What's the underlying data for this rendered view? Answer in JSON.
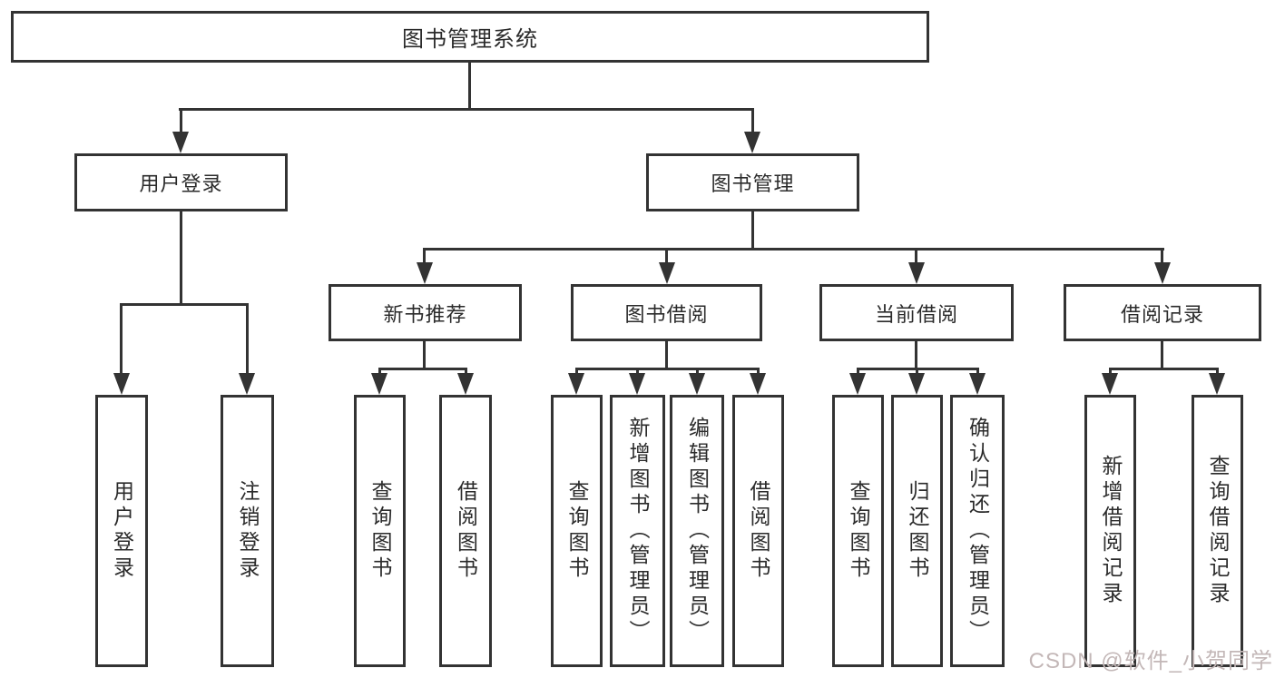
{
  "diagram": {
    "root": {
      "label": "图书管理系统"
    },
    "branches": [
      {
        "label": "用户登录",
        "children": [
          {
            "label": "用户登录"
          },
          {
            "label": "注销登录"
          }
        ]
      },
      {
        "label": "图书管理",
        "children": [
          {
            "label": "新书推荐",
            "children": [
              {
                "label": "查询图书"
              },
              {
                "label": "借阅图书"
              }
            ]
          },
          {
            "label": "图书借阅",
            "children": [
              {
                "label": "查询图书"
              },
              {
                "label": "新增图书（管理员）"
              },
              {
                "label": "编辑图书（管理员）"
              },
              {
                "label": "借阅图书"
              }
            ]
          },
          {
            "label": "当前借阅",
            "children": [
              {
                "label": "查询图书"
              },
              {
                "label": "归还图书"
              },
              {
                "label": "确认归还（管理员）"
              }
            ]
          },
          {
            "label": "借阅记录",
            "children": [
              {
                "label": "新增借阅记录"
              },
              {
                "label": "查询借阅记录"
              }
            ]
          }
        ]
      }
    ]
  },
  "watermark": {
    "text": "CSDN @软件_小贺同学"
  },
  "colors": {
    "line": "#333333",
    "text": "#2b2b2b",
    "background": "#ffffff",
    "watermark": "#c3b7b7"
  }
}
